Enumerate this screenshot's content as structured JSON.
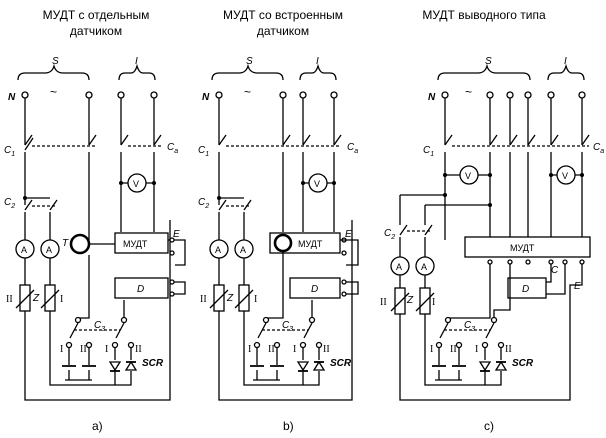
{
  "titles": {
    "a": "МУДТ с отдельным",
    "a2": "датчиком",
    "b": "МУДТ со встроенным",
    "b2": "датчиком",
    "c": "МУДТ выводного типа"
  },
  "labels": {
    "S": "S",
    "I": "I",
    "N": "N",
    "tilde": "~",
    "C1": "C",
    "C1sub": "1",
    "C2": "C",
    "C2sub": "2",
    "C3": "C",
    "C3sub": "3",
    "Ca": "C",
    "Casub": "a",
    "V": "V",
    "A": "A",
    "T": "T",
    "E": "E",
    "C": "C",
    "D": "D",
    "Z": "Z",
    "II": "II",
    "Iroman": "I",
    "SCR": "SCR",
    "mudt": "МУДТ"
  },
  "captions": {
    "a": "a)",
    "b": "b)",
    "c": "c)"
  }
}
